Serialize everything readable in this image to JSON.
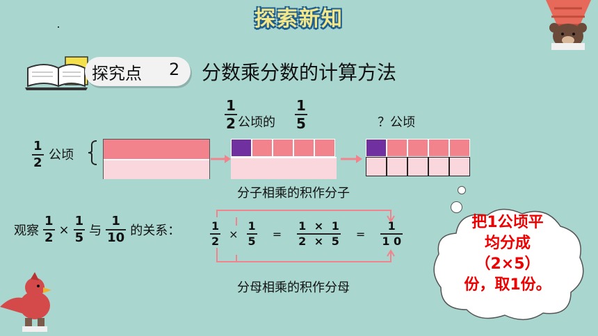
{
  "title": "探索新知",
  "section": {
    "badge": "探究点",
    "number": "2",
    "heading": "分数乘分数的计算方法"
  },
  "diagram": {
    "left_frac": {
      "n": "1",
      "d": "2"
    },
    "left_unit": "公顷",
    "top_frac1": {
      "n": "1",
      "d": "2"
    },
    "top_mid": "公顷的",
    "top_frac2": {
      "n": "1",
      "d": "5"
    },
    "question": "？公顷",
    "numerator_note": "分子相乘的积作分子",
    "denominator_note": "分母相乘的积作分母"
  },
  "observe": {
    "label": "观察",
    "f1": {
      "n": "1",
      "d": "2"
    },
    "times": "×",
    "f2": {
      "n": "1",
      "d": "5"
    },
    "and": "与",
    "f3": {
      "n": "1",
      "d": "10"
    },
    "relation": "的关系："
  },
  "equation": {
    "a": {
      "n": "1",
      "d": "2"
    },
    "times": "×",
    "b": {
      "n": "1",
      "d": "5"
    },
    "eq1": "=",
    "num": "1 × 1",
    "den": "2 × 5",
    "eq2": "=",
    "result": {
      "n": "1",
      "d": "1 0"
    }
  },
  "cloud": {
    "line1": "把1公顷平",
    "line2": "均分成",
    "line3": "（2×5）",
    "line4": "份，取1份。"
  },
  "colors": {
    "accent": "#f2828c",
    "highlight": "#7030a0",
    "background": "#a9d6cf",
    "red_text": "#ee0000"
  }
}
